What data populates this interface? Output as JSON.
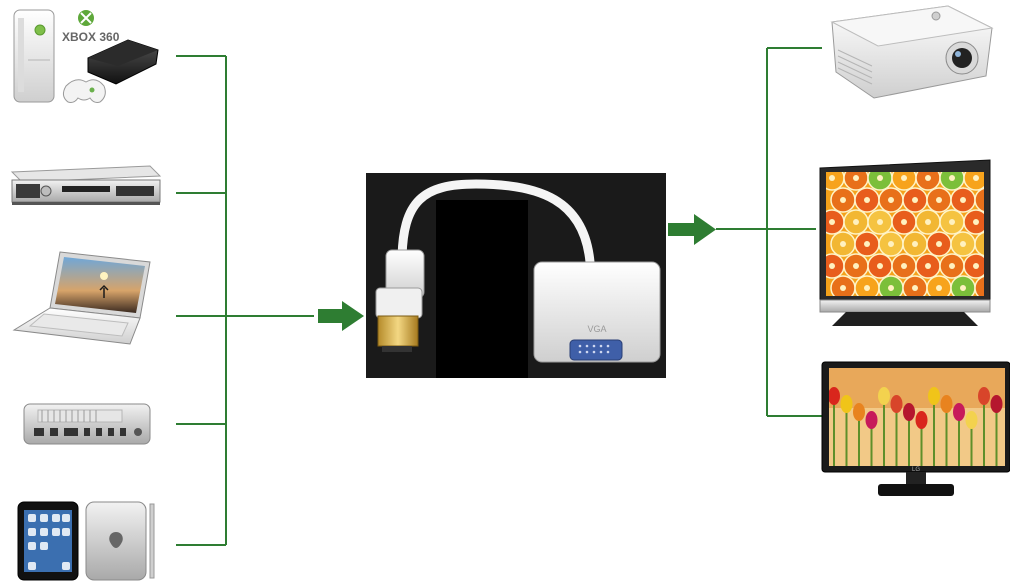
{
  "diagram": {
    "line_color": "#2e7d32",
    "arrow_color": "#2e7d32",
    "sources": [
      {
        "id": "game-consoles",
        "icon": "game-console-icon",
        "text_on_image": "XBOX 360"
      },
      {
        "id": "dvd-player",
        "icon": "dvd-player-icon"
      },
      {
        "id": "laptop",
        "icon": "laptop-icon"
      },
      {
        "id": "mac-mini",
        "icon": "mac-mini-icon"
      },
      {
        "id": "tablet",
        "icon": "tablet-icon"
      }
    ],
    "adapter": {
      "icon": "hdmi-to-vga-adapter-icon",
      "label": "VGA",
      "background": "#1a1a1a"
    },
    "outputs": [
      {
        "id": "projector",
        "icon": "projector-icon"
      },
      {
        "id": "tv-oranges",
        "icon": "flat-tv-icon"
      },
      {
        "id": "monitor-tulips",
        "icon": "monitor-icon",
        "brand": "LG"
      }
    ]
  }
}
